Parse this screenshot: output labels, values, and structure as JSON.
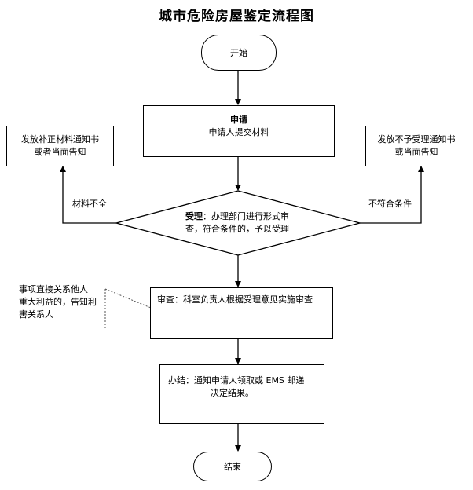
{
  "title": "城市危险房屋鉴定流程图",
  "nodes": {
    "start": "开始",
    "apply_title": "申请",
    "apply_body": "申请人提交材料",
    "notice_supplement": [
      "发放补正材料通知书",
      "或者当面告知"
    ],
    "notice_reject": [
      "发放不予受理通知书",
      "或当面告知"
    ],
    "accept_title": "受理",
    "accept_body_1": "：办理部门进行形式审",
    "accept_body_2": "查，符合条件的，予以受理",
    "review": "审查：科室负责人根据受理意见实施审查",
    "conclude": [
      "办结：通知申请人领取或 EMS 邮递",
      "决定结果。"
    ],
    "end": "结束"
  },
  "edge_labels": {
    "incomplete": "材料不全",
    "not_eligible": "不符合条件"
  },
  "annotation": [
    "事项直接关系他人",
    "重大利益的，告知利",
    "害关系人"
  ]
}
